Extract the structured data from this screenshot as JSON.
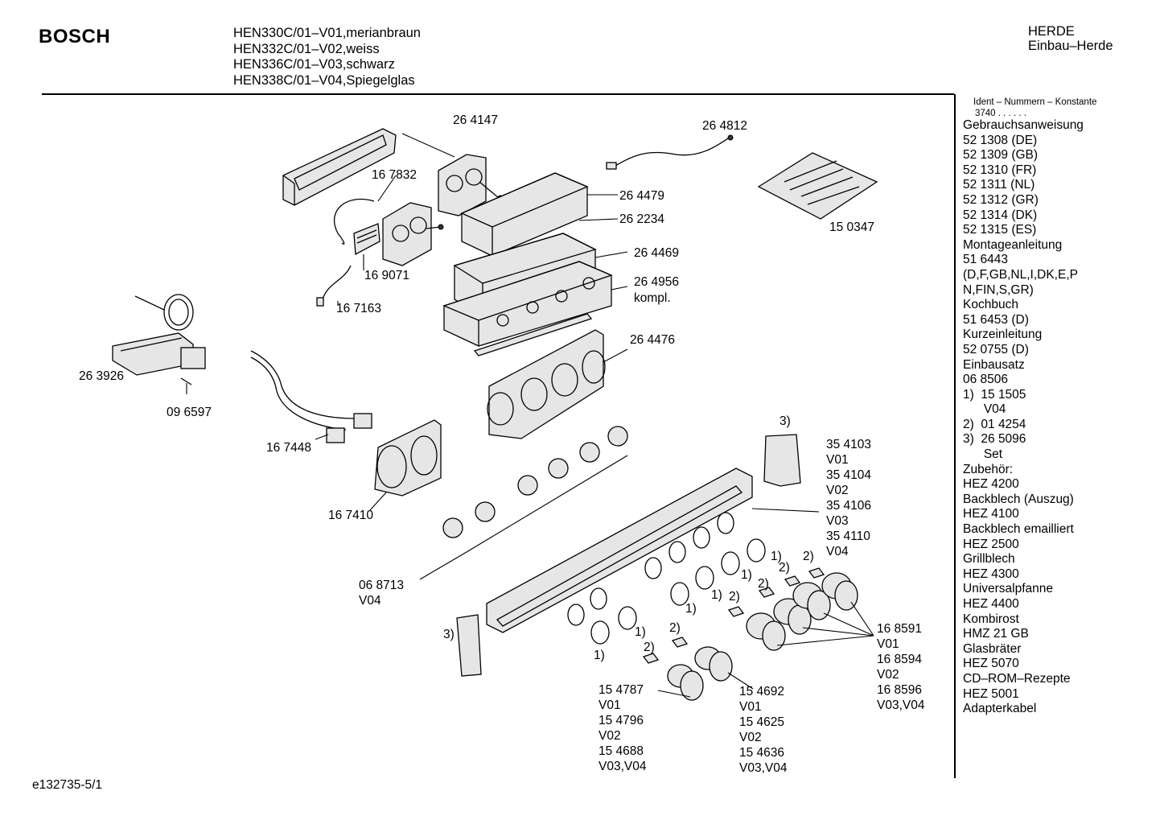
{
  "header": {
    "brand": "BOSCH",
    "models": [
      "HEN330C/01–V01,merianbraun",
      "HEN332C/01–V02,weiss",
      "HEN336C/01–V03,schwarz",
      "HEN338C/01–V04,Spiegelglas"
    ],
    "category": "HERDE",
    "subcategory": "Einbau–Herde"
  },
  "sidebar": {
    "ident_title": "Ident – Nummern – Konstante",
    "ident_value": "3740 . . . . . .",
    "items": [
      "Gebrauchsanweisung",
      "52 1308 (DE)",
      "52 1309 (GB)",
      "52 1310 (FR)",
      "52 1311 (NL)",
      "52 1312 (GR)",
      "52 1314 (DK)",
      "52 1315 (ES)",
      "Montageanleitung",
      "51 6443",
      "(D,F,GB,NL,I,DK,E,P",
      "N,FIN,S,GR)",
      "Kochbuch",
      "51 6453 (D)",
      "Kurzeinleitung",
      "52 0755 (D)",
      "Einbausatz",
      "06 8506",
      "1)  15 1505",
      "      V04",
      "2)  01 4254",
      "3)  26 5096",
      "      Set",
      "Zubehör:",
      "HEZ 4200",
      "Backblech (Auszug)",
      "HEZ 4100",
      "Backblech emailliert",
      "HEZ 2500",
      "Grillblech",
      "HEZ 4300",
      "Universalpfanne",
      "HEZ 4400",
      "Kombirost",
      "HMZ 21 GB",
      "Glasbräter",
      "HEZ 5070",
      "CD–ROM–Rezepte",
      "HEZ 5001",
      "Adapterkabel"
    ]
  },
  "parts": {
    "p264147": "26 4147",
    "p264812": "26 4812",
    "p167832": "16 7832",
    "p264479": "26 4479",
    "p262234": "26 2234",
    "p150347": "15 0347",
    "p264469": "26 4469",
    "p169071": "16 9071",
    "p264956": "26 4956",
    "p264956b": "kompl.",
    "p167163": "16 7163",
    "p264476": "26 4476",
    "p263926": "26 3926",
    "p096597": "09 6597",
    "p167448": "16 7448",
    "p167410": "16 7410",
    "fascia": [
      "35 4103",
      "V01",
      "35 4104",
      "V02",
      "35 4106",
      "V03",
      "35 4110",
      "V04"
    ],
    "p068713": [
      "06 8713",
      "V04"
    ],
    "knobs_right": [
      "16 8591",
      "V01",
      "16 8594",
      "V02",
      "16 8596",
      "V03,V04"
    ],
    "knobs_left": [
      "15 4787",
      "V01",
      "15 4796",
      "V02",
      "15 4688",
      "V03,V04"
    ],
    "knobs_mid": [
      "15 4692",
      "V01",
      "15 4625",
      "V02",
      "15 4636",
      "V03,V04"
    ],
    "mark1": "1)",
    "mark2": "2)",
    "mark3": "3)"
  },
  "footer": {
    "doc_id": "e132735-5/1"
  }
}
